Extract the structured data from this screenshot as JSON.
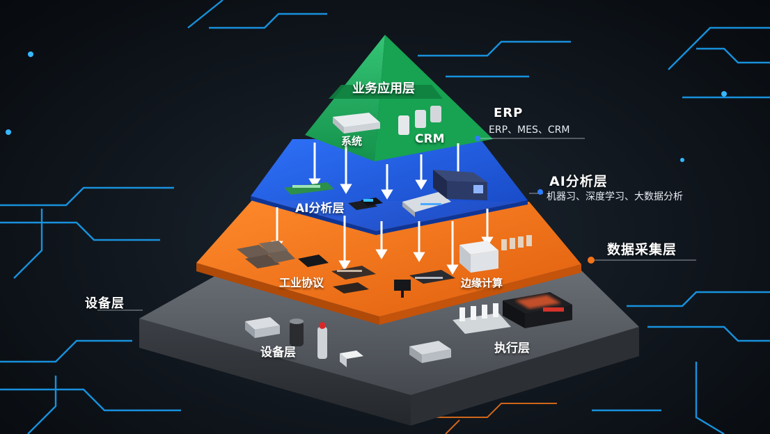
{
  "pyramid": {
    "top_title": "业务应用层",
    "top_left_label": "系统",
    "top_right_label": "CRM",
    "blue_label": "AI分析层",
    "orange_left_label": "工业协议",
    "orange_right_label": "边缘计算",
    "base_left_label": "设备层",
    "base_right_label": "执行层"
  },
  "callouts": {
    "erp_title": "ERP",
    "erp_sub": "ERP、MES、CRM",
    "ai_title": "AI分析层",
    "ai_sub": "机器习、深度学习、大数据分析",
    "data_title": "数据采集层",
    "device_title": "设备层"
  },
  "colors": {
    "green": "#1ea25a",
    "blue": "#1f5fe0",
    "orange": "#f5731a",
    "gray": "#5a5e64",
    "circuit": "#1aa8ff",
    "callout_dot": "#f5731a"
  }
}
